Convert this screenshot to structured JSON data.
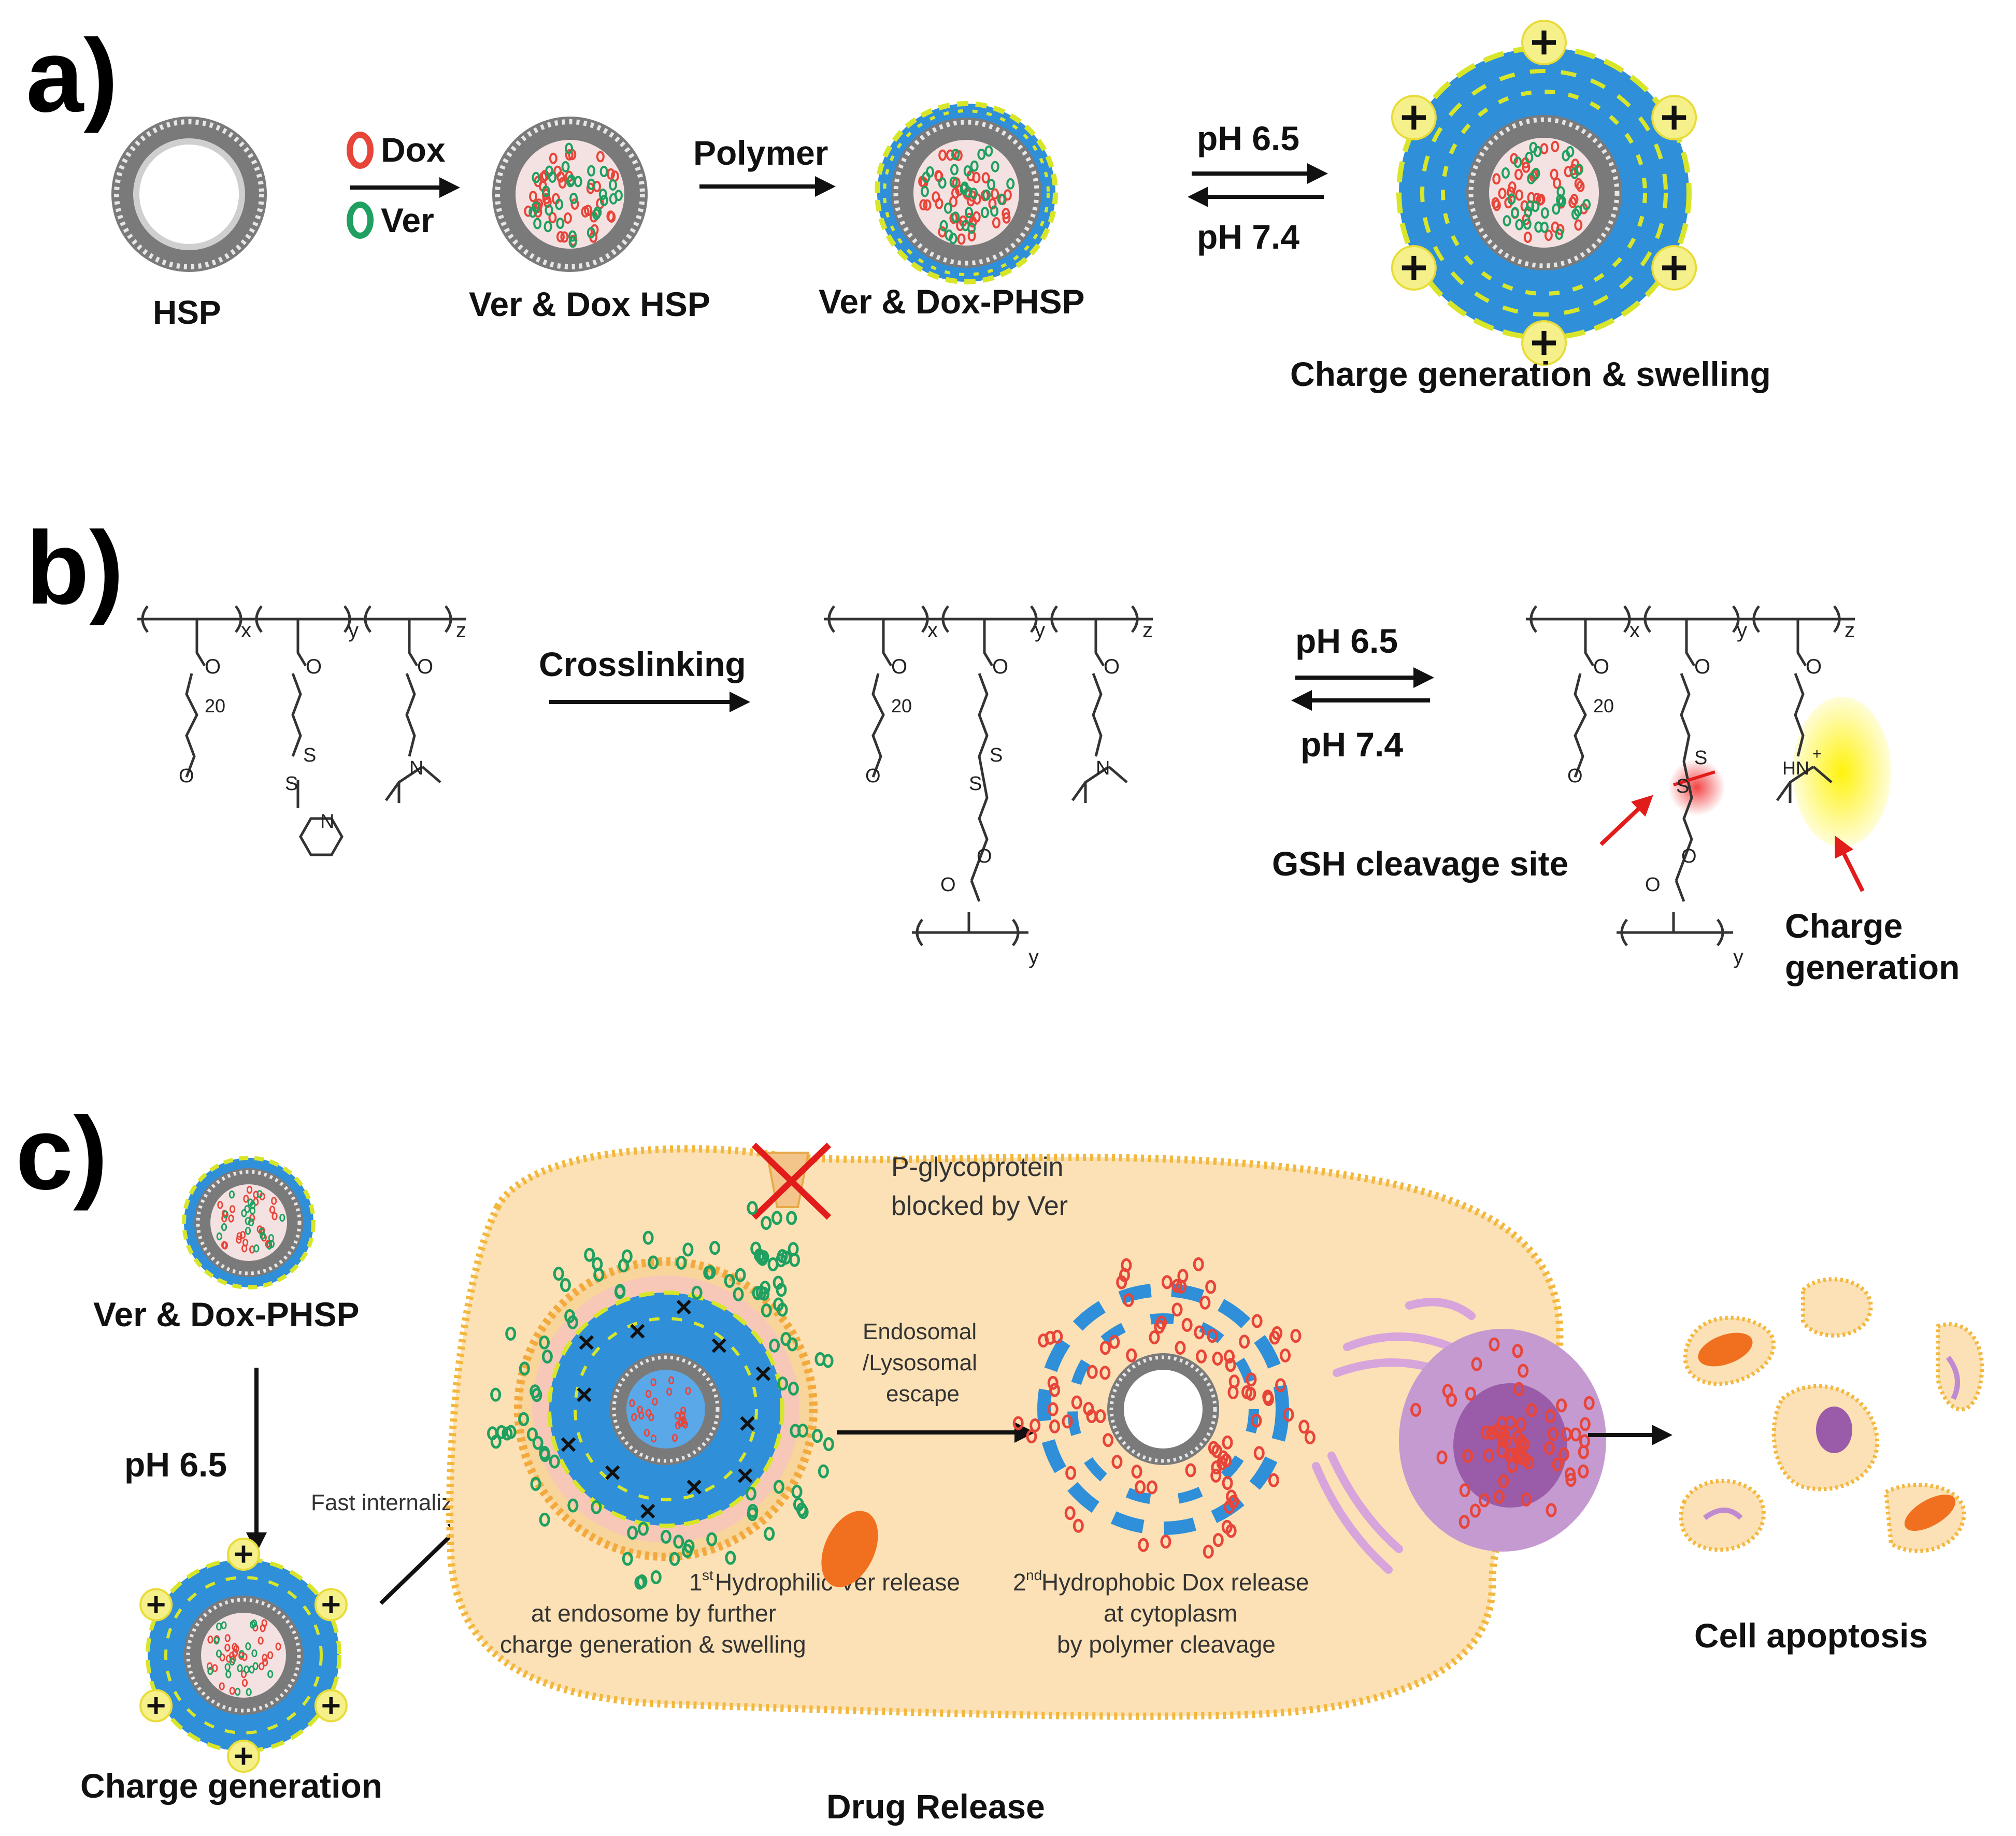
{
  "panels": {
    "a": "a)",
    "b": "b)",
    "c": "c)"
  },
  "a": {
    "hsp": "HSP",
    "dox": "Dox",
    "ver": "Ver",
    "ver_dox_hsp": "Ver & Dox HSP",
    "polymer": "Polymer",
    "ver_dox_phsp": "Ver & Dox-PHSP",
    "ph_fwd": "pH 6.5",
    "ph_back": "pH 7.4",
    "charge_swell": "Charge generation & swelling"
  },
  "b": {
    "crosslinking": "Crosslinking",
    "ph_fwd": "pH 6.5",
    "ph_back": "pH 7.4",
    "gsh": "GSH cleavage site",
    "charge_gen_1": "Charge",
    "charge_gen_2": "generation",
    "sub_x": "x",
    "sub_y": "y",
    "sub_z": "z",
    "n20": "20",
    "atom_o": "O",
    "atom_s": "S",
    "atom_n": "N",
    "atom_hn": "HN"
  },
  "c": {
    "ver_dox_phsp": "Ver & Dox-PHSP",
    "ph": "pH 6.5",
    "charge_generation": "Charge generation",
    "fast_internalization": "Fast internalization",
    "pgp_1": "P-glycoprotein",
    "pgp_2": "blocked by Ver",
    "endo_1": "Endosomal",
    "endo_2": "/Lysosomal",
    "endo_3": "escape",
    "r1_sup": "st",
    "r1_l1": " Hydrophilic Ver release",
    "r1_l2": "at endosome by further",
    "r1_l3": "charge generation & swelling",
    "r2_sup": "nd",
    "r2_l1": " Hydrophobic Dox release",
    "r2_l2": "at cytoplasm",
    "r2_l3": "by polymer cleavage",
    "r1_num": "1",
    "r2_num": "2",
    "drug_release": "Drug Release",
    "apoptosis": "Cell apoptosis"
  },
  "colors": {
    "polymer_blue": "#2f8fd8",
    "yellow_mesh": "#d8e62a",
    "dox_red": "#e8453a",
    "ver_green": "#1fa060",
    "cell_fill": "#fbe1b5",
    "membrane": "#f3b73c",
    "red_cross": "#e21b1b"
  }
}
